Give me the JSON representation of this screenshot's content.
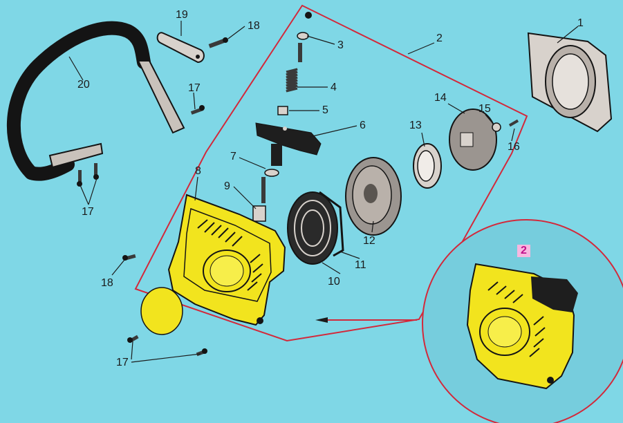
{
  "diagram": {
    "callouts": {
      "c1": "1",
      "c2": "2",
      "c3": "3",
      "c4": "4",
      "c5": "5",
      "c6": "6",
      "c7": "7",
      "c8": "8",
      "c9": "9",
      "c10": "10",
      "c11": "11",
      "c12": "12",
      "c13": "13",
      "c14": "14",
      "c15": "15",
      "c16": "16",
      "c17a": "17",
      "c17b": "17",
      "c17c": "17",
      "c18a": "18",
      "c18b": "18",
      "c19": "19",
      "c20": "20"
    },
    "inset_label": "2",
    "colors": {
      "background": "#7fd7e6",
      "housing": "#f2e41e",
      "assembly_outline": "#d3283a",
      "metal": "#d8d2cc",
      "handle": "#141414"
    }
  }
}
